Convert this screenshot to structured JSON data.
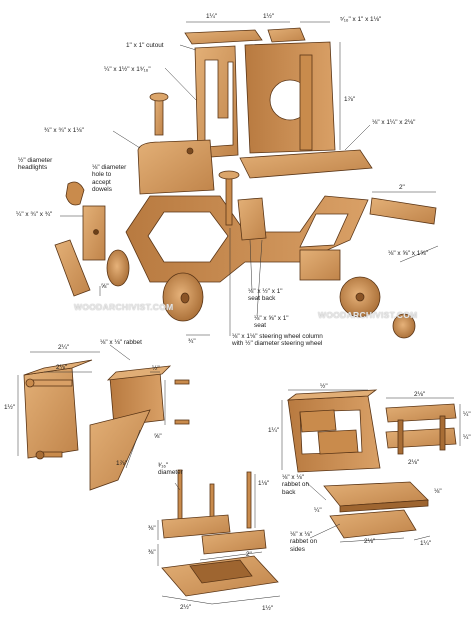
{
  "palette": {
    "wood_light": "#dba56a",
    "wood_mid": "#c98b4c",
    "wood_dark": "#9e6530",
    "outline": "#5a3516",
    "line": "#333333"
  },
  "dims": {
    "top_width_a": "1¼\"",
    "top_width_b": "1½\"",
    "top_piece": "⁵⁄₁₆\" x 1\" x 1⅛\"",
    "cutout": "1\" x 1\" cutout",
    "side_piece": "¼\" x 1½\" x 1⁹⁄₁₆\"",
    "right_height": "1⅞\"",
    "block": "¾\" x ¾\" x 1⅛\"",
    "headlights": "½\" diameter\nheadlights",
    "dowel_hole": "⅛\" diameter\nhole to\naccept\ndowels",
    "seat_piece": "⅛\" x 1¼\" x 2⅛\"",
    "axle_len": "2\"",
    "small_block": "¼\" x ¾\" x ¾\"",
    "bar": "⅛\" x ⅝\" x 1⅝\"",
    "left_dim": "⅝\"",
    "seat_back": "⅛\" x ½\" x 1\"\nseat back",
    "seat": "⅛\" x ⅝\" x 1\"\nseat",
    "mid_dim": "¾\"",
    "steering_column": "⅛\" x 1⅛\" steering wheel column\nwith ½\" diameter steering wheel",
    "rabbet_top": "2¼\"",
    "rabbet_lbl": "⅛\" x ⅛\" rabbet",
    "rabbet_inner": "2⅛\"",
    "rabbet_left": "1½\"",
    "rabbet_small": "½\"",
    "rabbet_small2": "⅝\"",
    "rabbet_height": "1⅞\"",
    "seat_diameter": "³⁄₁₆\"\ndiameter",
    "seat_height": "1⅛\"",
    "seat_left_a": "⅜\"",
    "seat_left_b": "⅜\"",
    "seat_mid": "2\"",
    "seat_bottom_a": "2½\"",
    "seat_bottom_b": "1½\"",
    "rt_top": "½\"",
    "rt_top2": "2⅛\"",
    "rt_left": "1¼\"",
    "rt_right": "¼\"",
    "rt_bottom": "2⅛\"",
    "rabbet_back": "⅛\" x ⅛\"\nrabbet on\nback",
    "rabbet_sides": "⅛\" x ⅛\"\nrabbet on\nsides",
    "rt_side": "⅛\"",
    "rt_side2": "¼\"",
    "rt_mid": "2⅛\"",
    "rt_bot2": "1¼\"",
    "rt_small": "¼\""
  },
  "watermark": {
    "left": "WOODARCHIVIST.COM",
    "right": "WOODARCHIVIST.COM"
  }
}
